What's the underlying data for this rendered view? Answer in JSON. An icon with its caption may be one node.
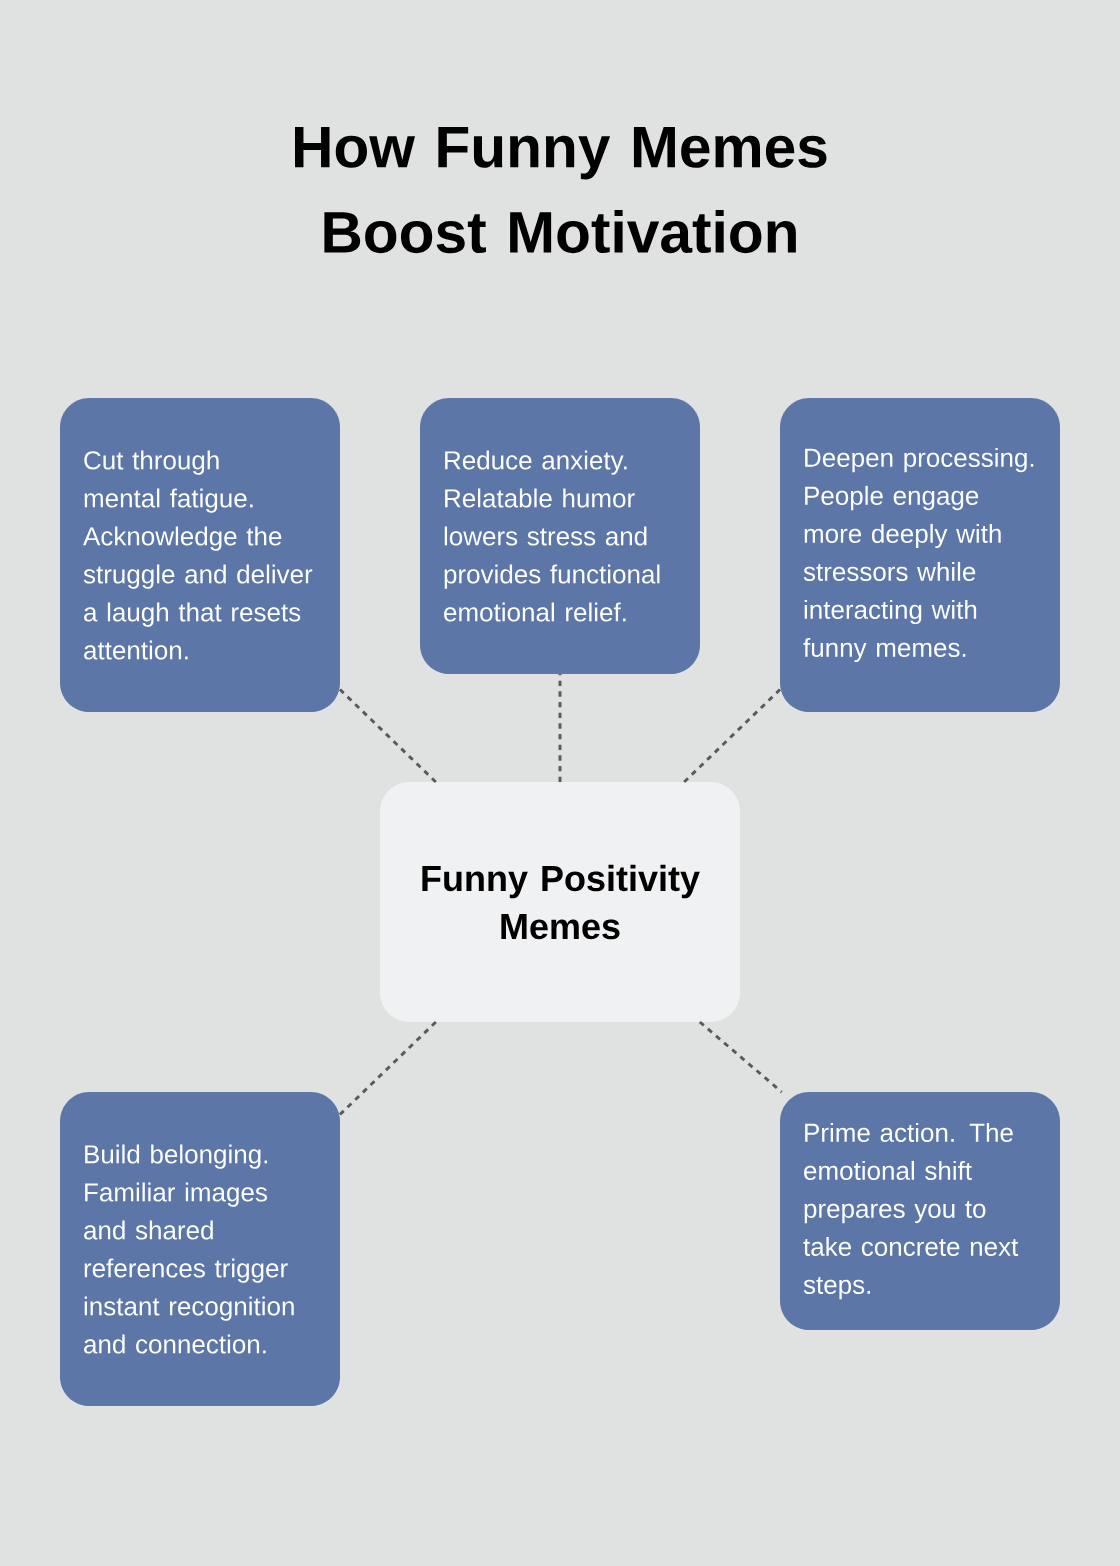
{
  "diagram": {
    "title": "How Funny Memes Boost Motivation",
    "nodes": [
      {
        "text": [
          "Cut through mental fatigue. Acknowledge the struggle and deliver a laugh that resets attention."
        ]
      },
      {
        "text": [
          "Reduce anxiety. Relatable humor lowers stress and provides functional emotional relief."
        ]
      },
      {
        "text": [
          "Deepen processing. People engage more deeply with stressors while interacting with funny memes."
        ]
      },
      {
        "text": [
          "Funny Positivity Memes"
        ]
      },
      {
        "text": [
          "Build belonging. Familiar images and shared references trigger instant recognition and connection."
        ]
      },
      {
        "text": [
          "Prime action. The emotional shift prepares you to take concrete next steps."
        ]
      }
    ],
    "edges": [
      {
        "from": 3,
        "to": 0,
        "arrow": "none",
        "style": "dashed"
      },
      {
        "from": 3,
        "to": 1,
        "arrow": "none",
        "style": "dashed"
      },
      {
        "from": 3,
        "to": 2,
        "arrow": "none",
        "style": "dashed"
      },
      {
        "from": 3,
        "to": 4,
        "arrow": "none",
        "style": "dashed"
      },
      {
        "from": 3,
        "to": 5,
        "arrow": "none",
        "style": "dashed"
      }
    ]
  }
}
